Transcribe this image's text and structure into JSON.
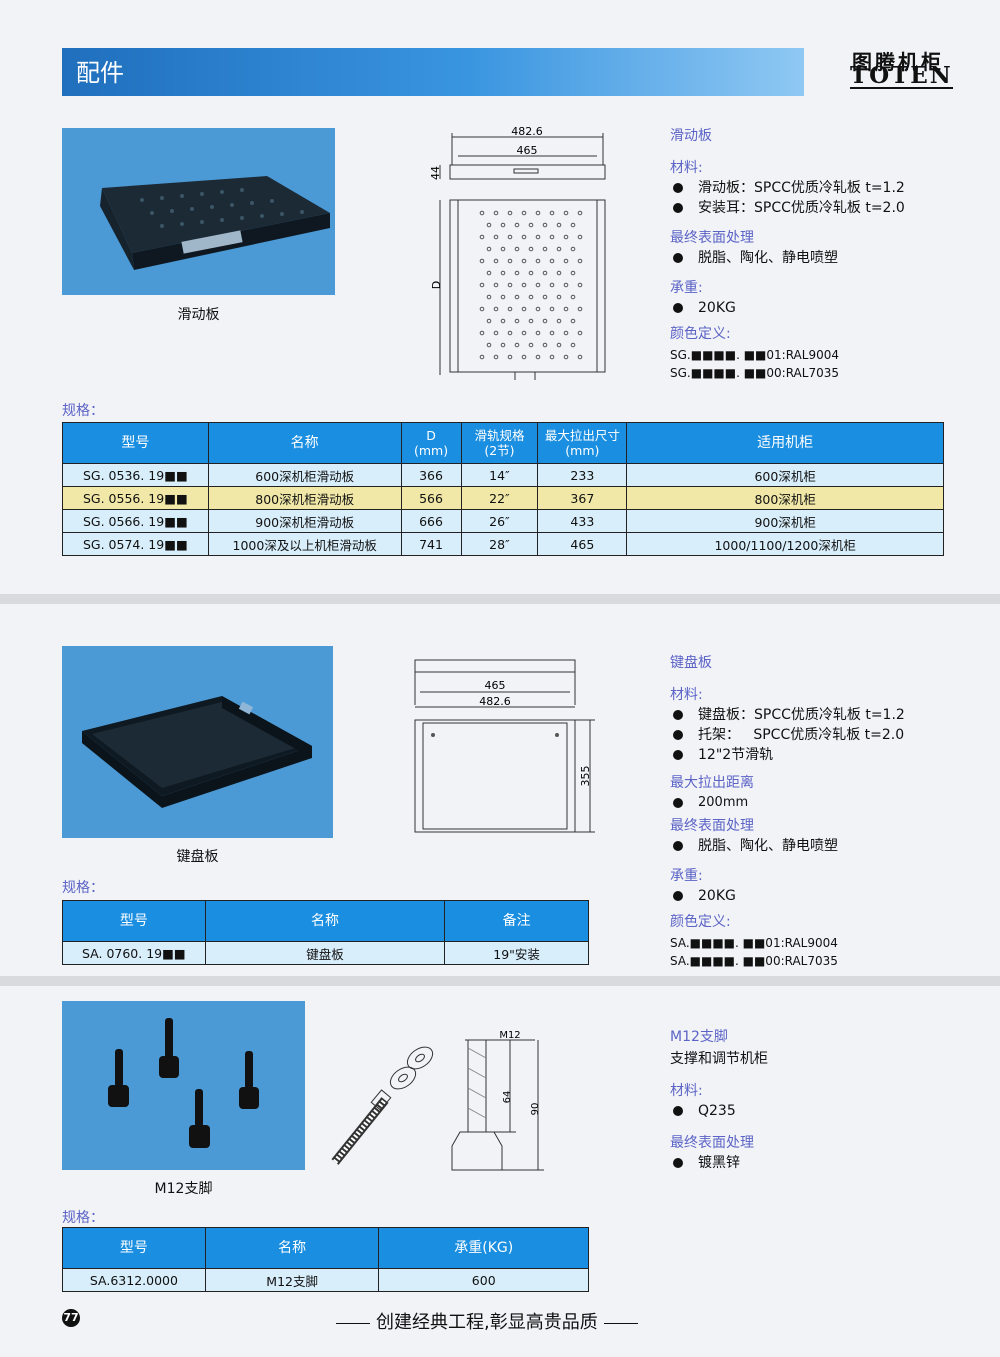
{
  "header": {
    "title": "配件",
    "logo_cn": "图腾机柜",
    "logo_en": "TOTEN"
  },
  "sliding": {
    "caption": "滑动板",
    "drawing": {
      "w1": "482.6",
      "w2": "465",
      "h": "44",
      "d": "D"
    },
    "info": {
      "title": "滑动板",
      "material_h": "材料:",
      "material_1": "滑动板：SPCC优质冷轧板 t=1.2",
      "material_2": "安装耳：SPCC优质冷轧板 t=2.0",
      "finish_h": "最终表面处理",
      "finish_1": "脱脂、陶化、静电喷塑",
      "load_h": "承重:",
      "load_1": "20KG",
      "color_h": "颜色定义:",
      "color_1": "SG.■■■■. ■■01:RAL9004",
      "color_2": "SG.■■■■. ■■00:RAL7035"
    },
    "spec_label": "规格：",
    "table": {
      "headers": [
        "型号",
        "名称",
        "D\n(mm)",
        "滑轨规格\n(2节)",
        "最大拉出尺寸\n(mm)",
        "适用机柜"
      ],
      "rows": [
        [
          "SG. 0536. 19■■",
          "600深机柜滑动板",
          "366",
          "14″",
          "233",
          "600深机柜"
        ],
        [
          "SG. 0556. 19■■",
          "800深机柜滑动板",
          "566",
          "22″",
          "367",
          "800深机柜"
        ],
        [
          "SG. 0566. 19■■",
          "900深机柜滑动板",
          "666",
          "26″",
          "433",
          "900深机柜"
        ],
        [
          "SG. 0574. 19■■",
          "1000深及以上机柜滑动板",
          "741",
          "28″",
          "465",
          "1000/1100/1200深机柜"
        ]
      ]
    }
  },
  "keyboard": {
    "caption": "键盘板",
    "drawing": {
      "w1": "465",
      "w2": "482.6",
      "d": "355"
    },
    "info": {
      "title": "键盘板",
      "material_h": "材料:",
      "material_1": "键盘板：SPCC优质冷轧板 t=1.2",
      "material_2": "托架：   SPCC优质冷轧板 t=2.0",
      "material_3": "12\"2节滑轨",
      "pull_h": "最大拉出距离",
      "pull_1": "200mm",
      "finish_h": "最终表面处理",
      "finish_1": "脱脂、陶化、静电喷塑",
      "load_h": "承重:",
      "load_1": "20KG",
      "color_h": "颜色定义:",
      "color_1": "SA.■■■■. ■■01:RAL9004",
      "color_2": "SA.■■■■. ■■00:RAL7035"
    },
    "spec_label": "规格：",
    "table": {
      "headers": [
        "型号",
        "名称",
        "备注"
      ],
      "rows": [
        [
          "SA. 0760. 19■■",
          "键盘板",
          "19\"安装"
        ]
      ]
    }
  },
  "foot": {
    "caption": "M12支脚",
    "drawing": {
      "m": "M12",
      "h1": "64",
      "h2": "90"
    },
    "info": {
      "title": "M12支脚",
      "desc": "支撑和调节机柜",
      "material_h": "材料:",
      "material_1": "Q235",
      "finish_h": "最终表面处理",
      "finish_1": "镀黑锌"
    },
    "spec_label": "规格：",
    "table": {
      "headers": [
        "型号",
        "名称",
        "承重(KG)"
      ],
      "rows": [
        [
          "SA.6312.0000",
          "M12支脚",
          "600"
        ]
      ]
    }
  },
  "footer": {
    "page": "77",
    "slogan": "创建经典工程,彰显高贵品质"
  }
}
